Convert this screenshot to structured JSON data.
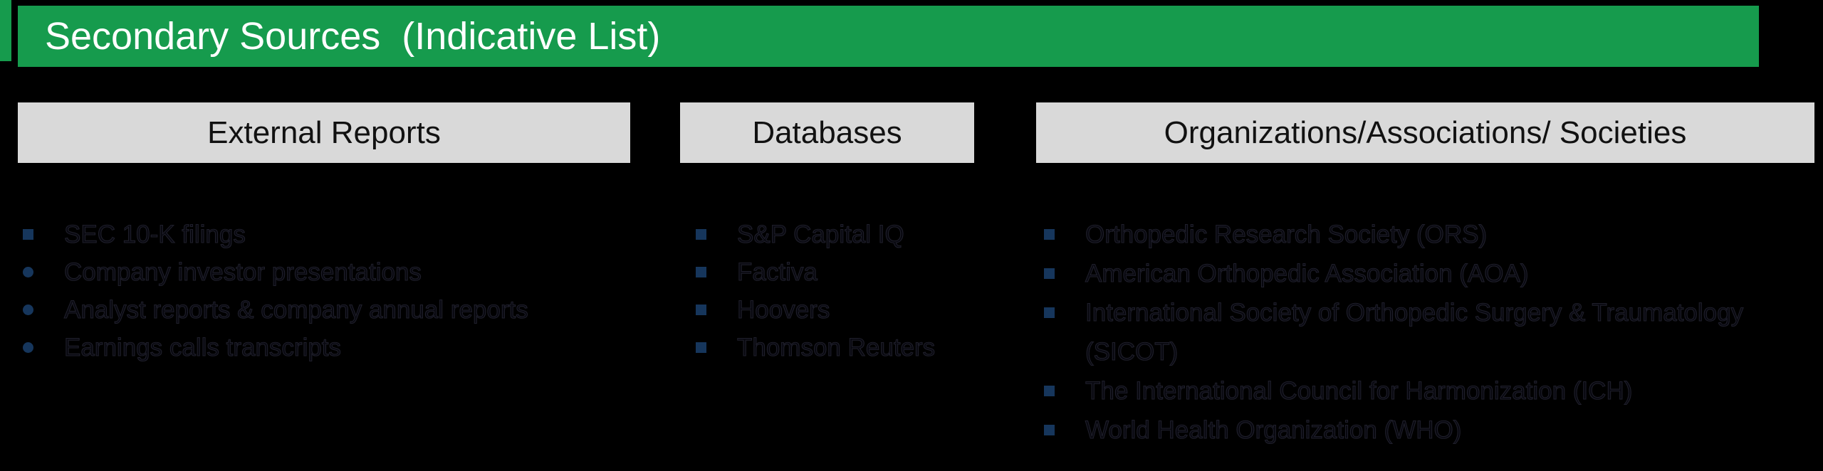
{
  "slide": {
    "title": "Secondary Sources  (Indicative List)"
  },
  "columns": [
    {
      "header": "External Reports",
      "items": [
        {
          "marker": "square",
          "text": "SEC 10-K filings"
        },
        {
          "marker": "round",
          "text": "Company investor presentations"
        },
        {
          "marker": "round",
          "text": "Analyst reports & company annual reports"
        },
        {
          "marker": "round",
          "text": "Earnings calls transcripts"
        }
      ]
    },
    {
      "header": "Databases",
      "items": [
        {
          "marker": "square",
          "text": "S&P Capital IQ"
        },
        {
          "marker": "square",
          "text": "Factiva"
        },
        {
          "marker": "square",
          "text": "Hoovers"
        },
        {
          "marker": "square",
          "text": "Thomson Reuters"
        }
      ]
    },
    {
      "header": "Organizations/Associations/ Societies",
      "items": [
        {
          "marker": "square",
          "text": "Orthopedic Research Society (ORS)"
        },
        {
          "marker": "square",
          "text": "American Orthopedic Association (AOA)"
        },
        {
          "marker": "square",
          "text": "International Society of Orthopedic Surgery & Traumatology (SICOT)"
        },
        {
          "marker": "square",
          "text": "The International Council for Harmonization (ICH)"
        },
        {
          "marker": "square",
          "text": "World Health Organization (WHO)"
        }
      ]
    }
  ],
  "colors": {
    "background": "#000000",
    "header_green": "#169B4D",
    "column_header_bg": "#D9D9D9",
    "bullet_navy": "#16365C",
    "body_text": "#08080F",
    "title_text": "#FFFFFF"
  }
}
